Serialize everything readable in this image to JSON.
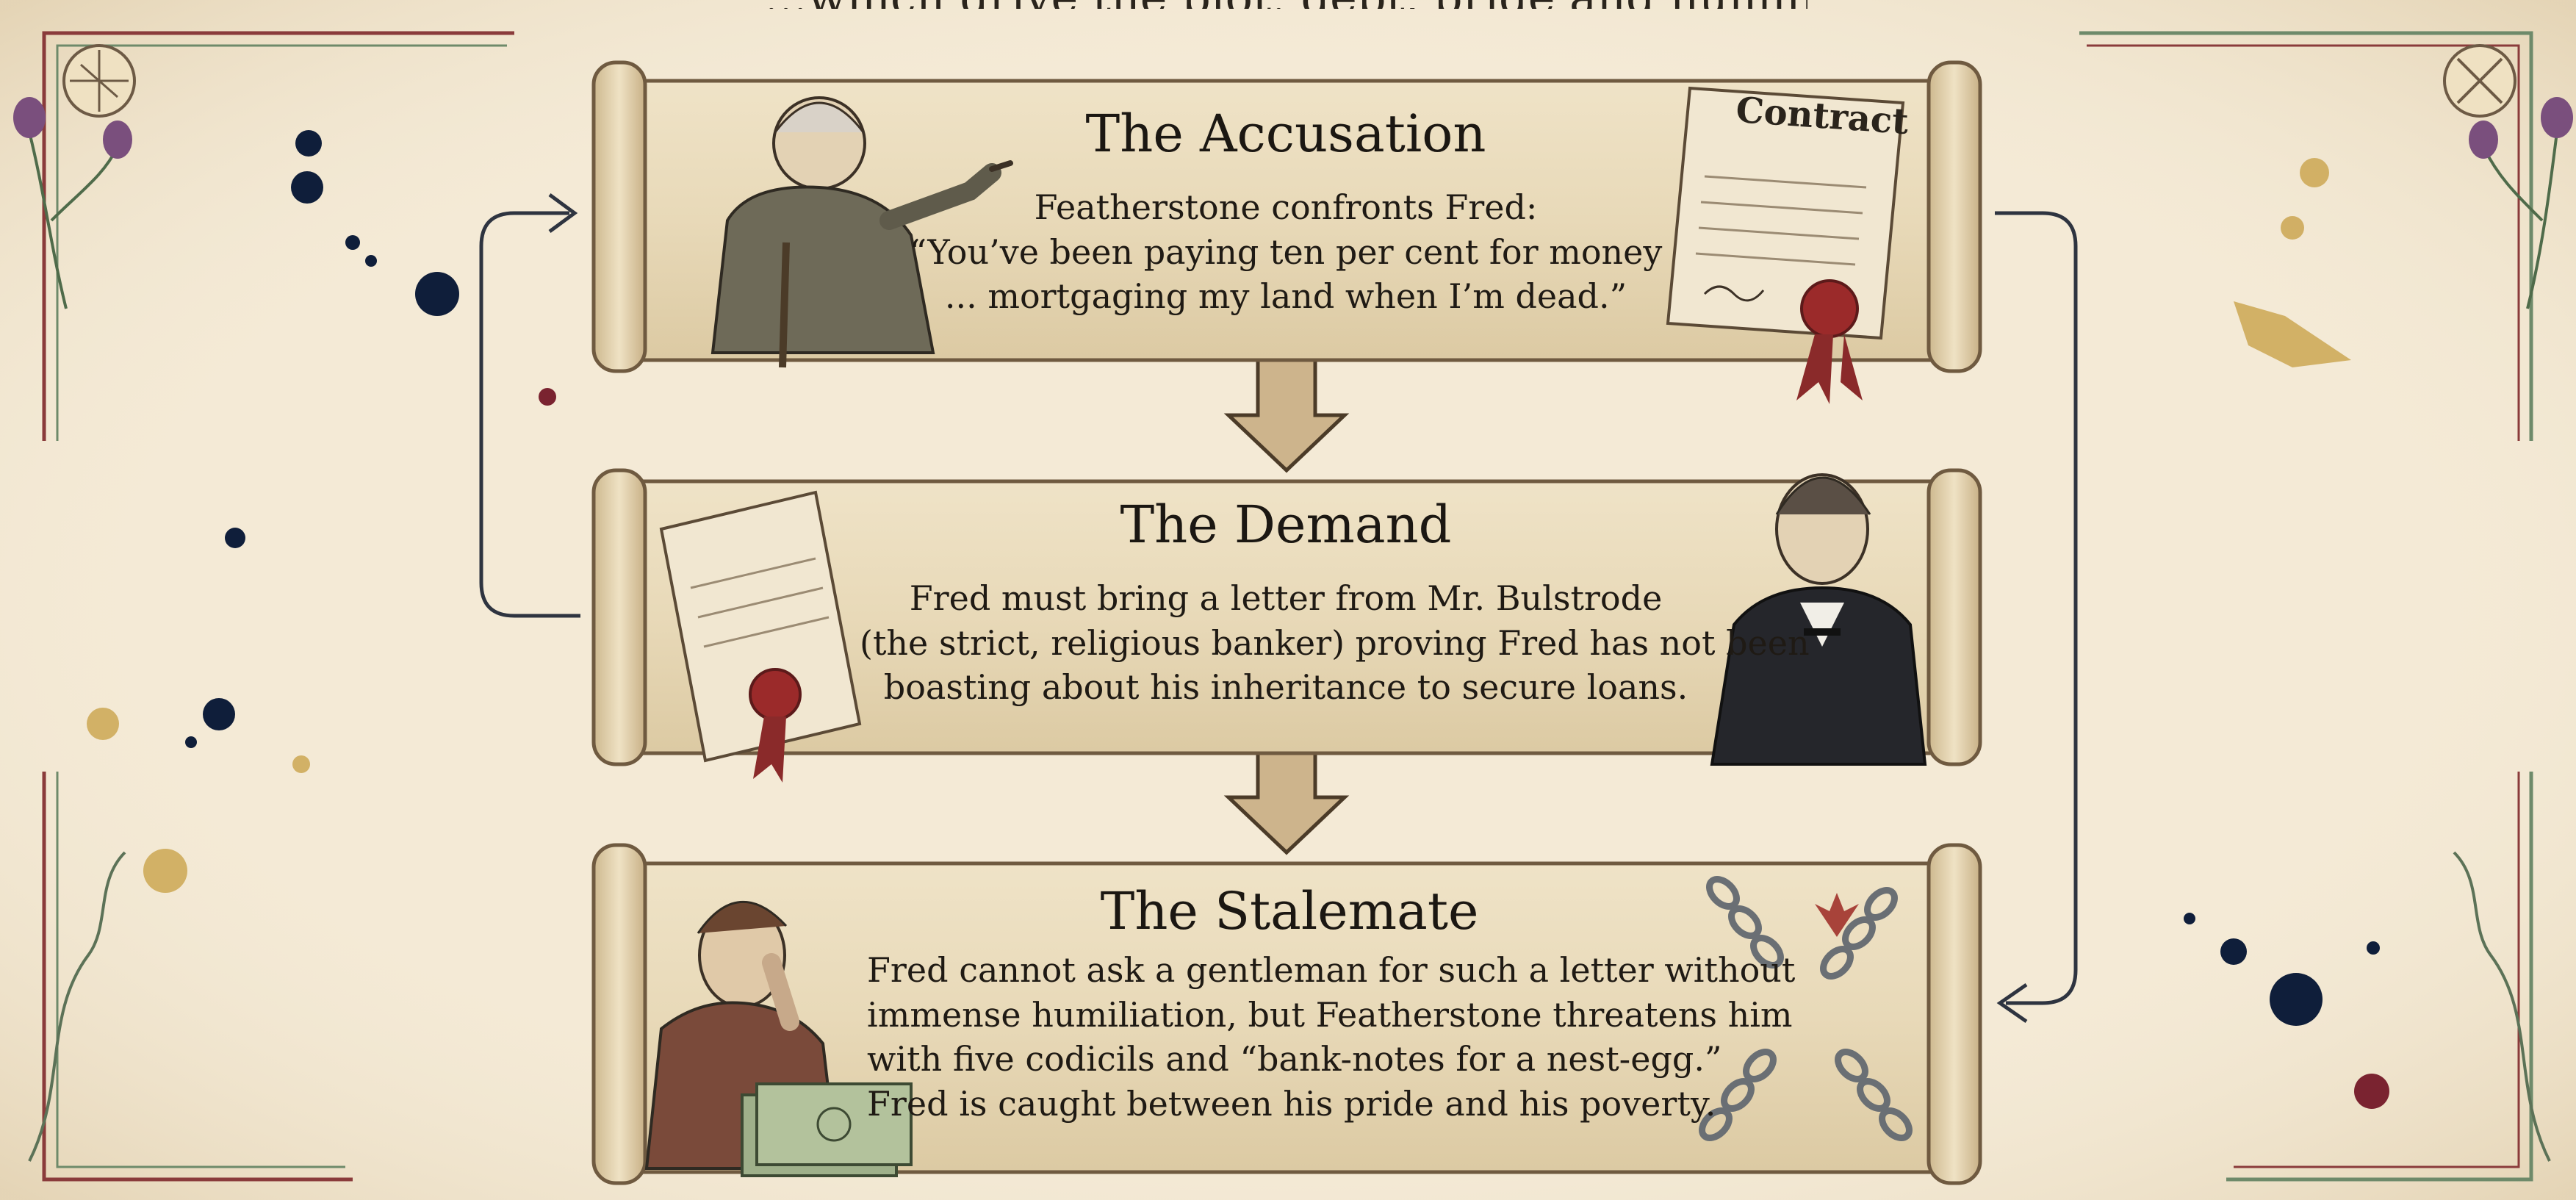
{
  "header": {
    "fragment": "...which drive the plot: debt, pride and humility."
  },
  "panels": [
    {
      "title": "The Accusation",
      "body_lines": [
        "Featherstone confronts Fred:",
        "“You’ve been paying ten per cent for money",
        "... mortgaging my land when I’m dead.”"
      ]
    },
    {
      "title": "The Demand",
      "body_lines": [
        "Fred must bring a letter from Mr. Bulstrode",
        "(the strict, religious banker) proving Fred has not been",
        "boasting about his inheritance to secure loans."
      ]
    },
    {
      "title": "The Stalemate",
      "body_lines": [
        "Fred cannot ask a gentleman for such a letter without",
        "immense humiliation, but Featherstone threatens him",
        "with five codicils and “bank-notes for a nest-egg.”",
        "Fred is caught between his pride and his poverty."
      ]
    }
  ],
  "props": {
    "contract_label": "Contract"
  },
  "colors": {
    "parchment": "#f4ead6",
    "scroll": "#ecdfc2",
    "ink": "#1f1a14",
    "arrow_fill": "#cdb48c",
    "border_red": "#8a3b3b",
    "border_green": "#6e8a6a",
    "ink_blot": "#0f1e3a",
    "wax_seal": "#9b2a2a",
    "gold_fleck": "#c9a24a"
  }
}
